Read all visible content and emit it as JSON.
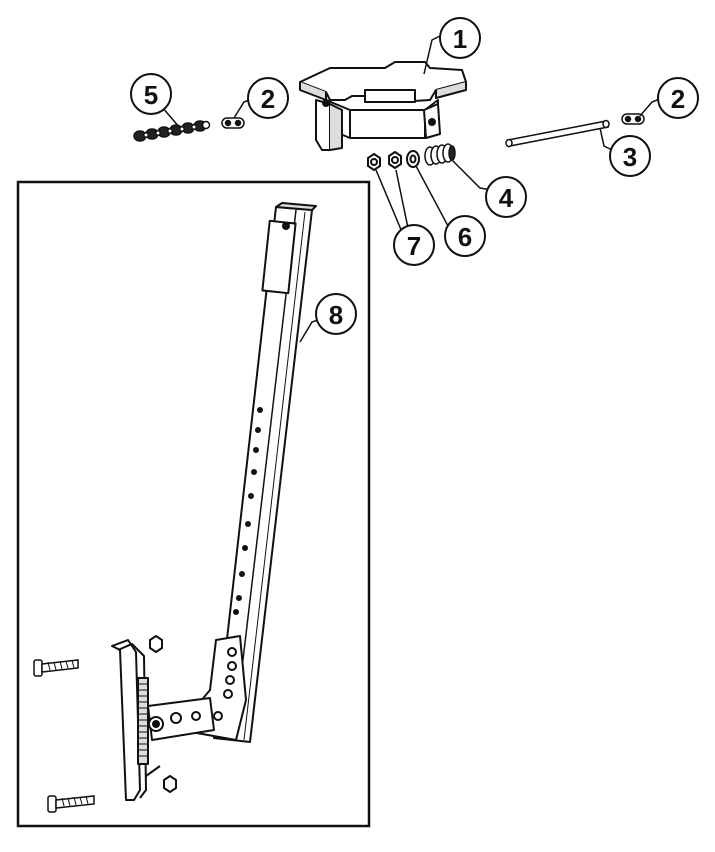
{
  "callouts": {
    "c1": "1",
    "c2a": "2",
    "c2b": "2",
    "c3": "3",
    "c4": "4",
    "c5": "5",
    "c6": "6",
    "c7": "7",
    "c8": "8"
  },
  "colors": {
    "ink": "#111111",
    "part_fill": "#ffffff",
    "shade": "#dcdcdc",
    "frame": "#111111"
  }
}
